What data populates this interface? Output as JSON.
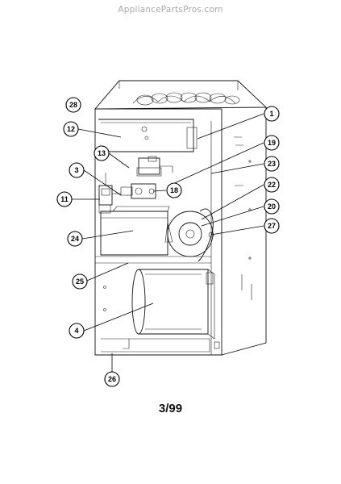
{
  "watermark": "AppliancePartsPros.com",
  "footer_code": "3/99",
  "callouts": [
    {
      "id": "c28",
      "label": "28"
    },
    {
      "id": "c1",
      "label": "1"
    },
    {
      "id": "c12",
      "label": "12"
    },
    {
      "id": "c19",
      "label": "19"
    },
    {
      "id": "c13",
      "label": "13"
    },
    {
      "id": "c23",
      "label": "23"
    },
    {
      "id": "c3",
      "label": "3"
    },
    {
      "id": "c22",
      "label": "22"
    },
    {
      "id": "c18",
      "label": "18"
    },
    {
      "id": "c11",
      "label": "11"
    },
    {
      "id": "c20",
      "label": "20"
    },
    {
      "id": "c27",
      "label": "27"
    },
    {
      "id": "c24",
      "label": "24"
    },
    {
      "id": "c25",
      "label": "25"
    },
    {
      "id": "c4",
      "label": "4"
    },
    {
      "id": "c26",
      "label": "26"
    }
  ]
}
